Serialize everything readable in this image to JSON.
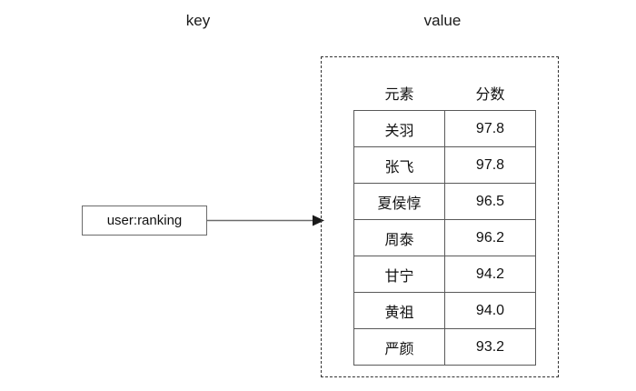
{
  "diagram": {
    "captions": {
      "key": "key",
      "value": "value"
    },
    "key_box": {
      "label": "user:ranking"
    },
    "connector": {
      "icon": "arrow-right-icon"
    },
    "value_table": {
      "headers": {
        "element": "元素",
        "score": "分数"
      },
      "rows": [
        {
          "element": "关羽",
          "score": "97.8"
        },
        {
          "element": "张飞",
          "score": "97.8"
        },
        {
          "element": "夏侯惇",
          "score": "96.5"
        },
        {
          "element": "周泰",
          "score": "96.2"
        },
        {
          "element": "甘宁",
          "score": "94.2"
        },
        {
          "element": "黄祖",
          "score": "94.0"
        },
        {
          "element": "严颜",
          "score": "93.2"
        }
      ]
    },
    "colors": {
      "background": "#ffffff",
      "text": "#111111",
      "box_border": "#6b6b6b",
      "table_border": "#595959",
      "dashed_border": "#333333",
      "connector": "#6b6b6b"
    }
  }
}
